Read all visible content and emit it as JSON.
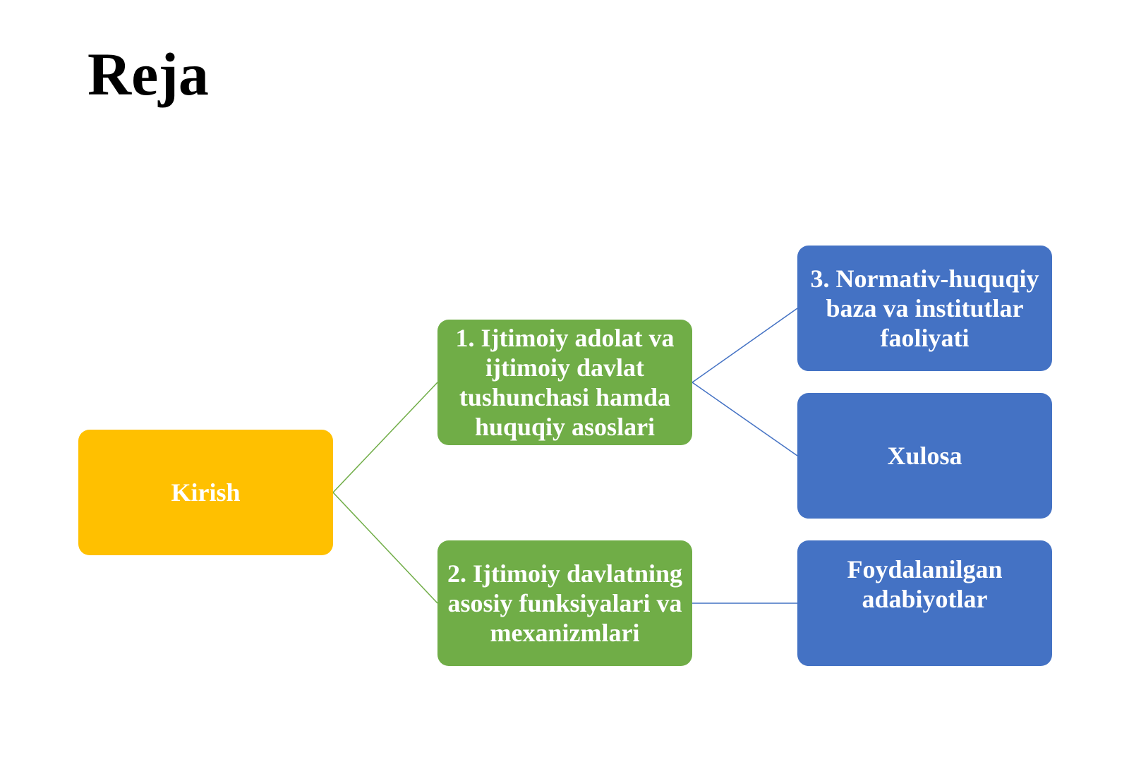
{
  "slide": {
    "title": "Reja"
  },
  "colors": {
    "root": "#FFC000",
    "level1": "#70AD47",
    "level2": "#4472C4",
    "connector_green": "#70AD47",
    "connector_blue": "#4472C4"
  },
  "diagram": {
    "root": {
      "label": "Kirish"
    },
    "branches": [
      {
        "label": "1. Ijtimoiy adolat va ijtimoiy davlat tushunchasi hamda huquqiy asoslari",
        "children": [
          {
            "label": "3. Normativ-huquqiy baza va institutlar faoliyati"
          },
          {
            "label": "Xulosa"
          }
        ]
      },
      {
        "label": "2. Ijtimoiy davlatning asosiy funksiyalari va mexanizmlari",
        "children": [
          {
            "label": "Foydalanilgan adabiyotlar"
          }
        ]
      }
    ]
  }
}
